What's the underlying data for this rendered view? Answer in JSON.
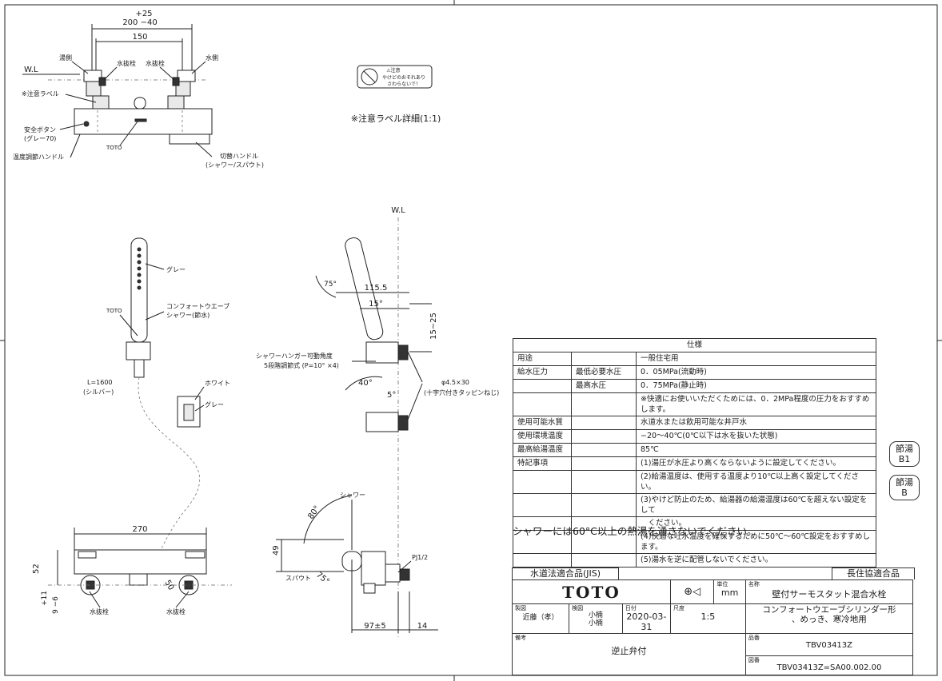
{
  "top_view": {
    "dim_plus": "+25",
    "dim_range": "200 −40",
    "dim_pitch": "150",
    "wl": "W.L",
    "hot_side": "湯側",
    "drain_plug_l": "水抜栓",
    "drain_plug_r": "水抜栓",
    "cold_side": "水側",
    "caution_label": "※注意ラベル",
    "safety_button": "安全ボタン",
    "safety_button_color": "(グレー70)",
    "temp_handle": "温度調節ハンドル",
    "brand_mark": "TOTO",
    "switch_handle": "切替ハンドル",
    "switch_handle_sub": "(シャワー/スパウト)"
  },
  "caution": {
    "line1": "⚠注意",
    "line2": "やけどのおそれあり",
    "line3": "さわらないで！",
    "detail_label": "※注意ラベル詳細(1:1)"
  },
  "shower": {
    "gray": "グレー",
    "brand": "TOTO",
    "comfort": "コンフォートウエーブ",
    "comfort_sub": "シャワー(節水)",
    "hose_len": "L=1600",
    "hose_color": "(シルバー)",
    "white": "ホワイト",
    "gray2": "グレー"
  },
  "side_view": {
    "wl": "W.L",
    "angle75": "75°",
    "dim1155": "115.5",
    "angle15": "15°",
    "dim1525": "15~25",
    "hanger_angle": "シャワーハンガー可動角度",
    "hanger_steps": "5段階調節式 (P=10° ×4)",
    "angle40": "40°",
    "angle5": "5°",
    "screw": "φ4.5×30",
    "screw_sub": "(十字穴付きタッピンねじ)"
  },
  "front_view": {
    "dim270": "270",
    "dim52": "52",
    "dim50": "50",
    "dim_plus11": "+11",
    "dim_9m6": "9 −6",
    "drain_l": "水抜栓",
    "drain_r": "水抜栓"
  },
  "spout_view": {
    "shower": "シャワー",
    "angle80": "80°",
    "dim49": "49",
    "spout": "スパウト",
    "angle75": "75°",
    "pj": "PJ1/2",
    "dim97": "97±5",
    "dim14": "14"
  },
  "spec_table": {
    "title": "仕様",
    "rows": [
      [
        "用途",
        "",
        "一般住宅用"
      ],
      [
        "給水圧力",
        "最低必要水圧",
        "0．05MPa(流動時)"
      ],
      [
        "",
        "最高水圧",
        "0．75MPa(静止時)"
      ],
      [
        "",
        "",
        "※快適にお使いいただくためには、0．2MPa程度の圧力をおすすめします。"
      ],
      [
        "使用可能水質",
        "",
        "水道水または飲用可能な井戸水"
      ],
      [
        "使用環境温度",
        "",
        "−20〜40℃(0℃以下は水を抜いた状態)"
      ],
      [
        "最高給湯温度",
        "",
        "85℃"
      ],
      [
        "特記事項",
        "",
        "(1)湯圧が水圧より高くならないように設定してください。"
      ],
      [
        "",
        "",
        "(2)給湯温度は、使用する温度より10℃以上高く設定してください。"
      ],
      [
        "",
        "",
        "(3)やけど防止のため、給湯器の給湯温度は60℃を超えない設定をして"
      ],
      [
        "",
        "",
        "　ください。"
      ],
      [
        "",
        "",
        "(4)快適な吐水温度を確保するために50℃〜60℃設定をおすすめします。"
      ],
      [
        "",
        "",
        "(5)湯水を逆に配管しないでください。"
      ]
    ]
  },
  "seals": [
    {
      "top": "節湯",
      "bottom": "B1"
    },
    {
      "top": "節湯",
      "bottom": "B"
    }
  ],
  "warning": "シャワーには60°C以上の熱湯を通さないでください。",
  "title_block": {
    "jis": "水道法適合品(JIS)",
    "long_life": "長住協適合品",
    "brand": "TOTO",
    "unit_label": "単位",
    "unit": "mm",
    "name_label": "名称",
    "name1": "壁付サーモスタット混合水栓",
    "name2": "コンフォートウエーブシリンダー形",
    "name3": "、めっき、寒冷地用",
    "drawn_label": "製図",
    "drawn": "近藤（孝）",
    "checked_label": "検図",
    "checked1": "小楠",
    "checked2": "小楠",
    "date_label": "日付",
    "date": "2020-03-31",
    "scale_label": "尺度",
    "scale": "1:5",
    "part_label": "品番",
    "part_no": "TBV03413Z",
    "remarks_label": "備考",
    "remarks": "逆止弁付",
    "drawing_label": "図番",
    "drawing_no": "TBV03413Z=SA00.002.00"
  }
}
